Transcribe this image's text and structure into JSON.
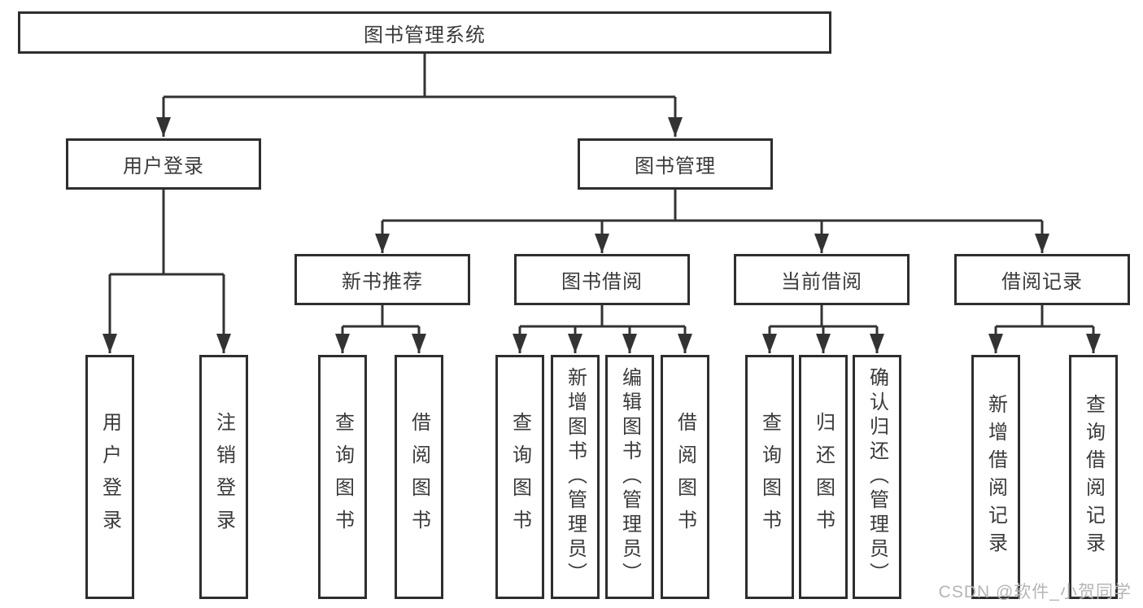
{
  "colors": {
    "line": "#333333",
    "box_border": "#2e2e2e",
    "text": "#3a3a3a",
    "background": "#ffffff",
    "watermark_text": "#b5b5b5"
  },
  "diagram": {
    "root_label": "图书管理系统",
    "user_login": {
      "label": "用户登录",
      "children": [
        "用户登录",
        "注销登录"
      ]
    },
    "book_management": {
      "label": "图书管理",
      "modules": [
        {
          "label": "新书推荐",
          "children": [
            "查询图书",
            "借阅图书"
          ]
        },
        {
          "label": "图书借阅",
          "children": [
            "查询图书",
            "新增图书（管理员）",
            "编辑图书（管理员）",
            "借阅图书"
          ]
        },
        {
          "label": "当前借阅",
          "children": [
            "查询图书",
            "归还图书",
            "确认归还（管理员）"
          ]
        },
        {
          "label": "借阅记录",
          "children": [
            "新增借阅记录",
            "查询借阅记录"
          ]
        }
      ]
    }
  },
  "watermark": "CSDN @软件_小贺同学"
}
